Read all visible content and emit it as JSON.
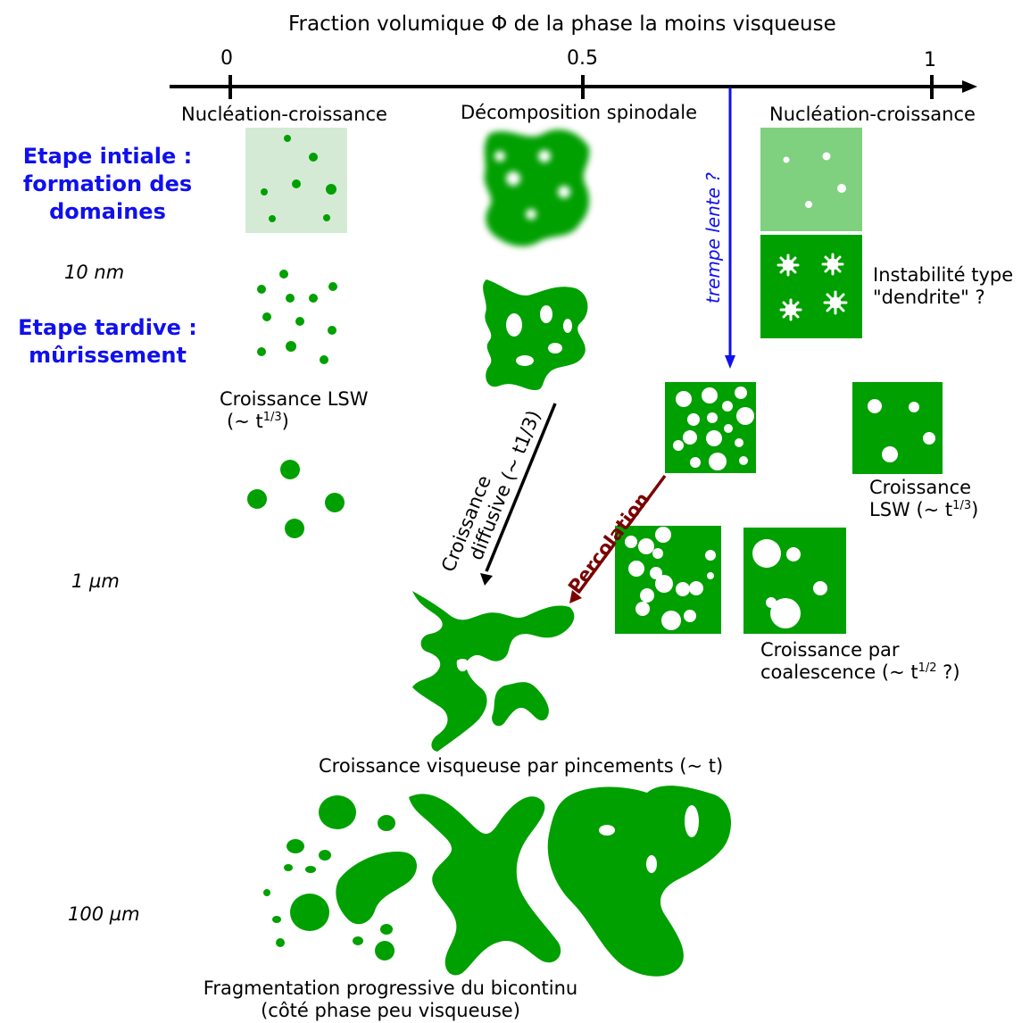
{
  "axis": {
    "title": "Fraction volumique Φ de la phase la moins visqueuse",
    "ticks": [
      "0",
      "0.5",
      "1"
    ]
  },
  "regimes": {
    "left": "Nucléation-croissance",
    "middle": "Décomposition spinodale",
    "right": "Nucléation-croissance"
  },
  "stages": {
    "initial": [
      "Etape intiale :",
      "formation des",
      "domaines"
    ],
    "late": [
      "Etape tardive :",
      "mûrissement"
    ]
  },
  "scales": {
    "s10nm": "10  nm",
    "s1um": "1  µm",
    "s100um": "100  µm"
  },
  "labels": {
    "lsw_left_line1": "Croissance LSW",
    "lsw_left_line2_pre": "(~ t",
    "lsw_left_sup": "1/3",
    "lsw_left_line2_post": ")",
    "trempe": "trempe lente ?",
    "instab_line1": "Instabilité type",
    "instab_line2": "\"dendrite\" ?",
    "diffusive_line1": "Croissance",
    "diffusive_line2": "diffusive (~ t1/3)",
    "percolation": "Percolation",
    "lsw_right_line1": "Croissance",
    "lsw_right_line2_pre": "LSW (~ t",
    "lsw_right_sup": "1/3",
    "lsw_right_line2_post": ")",
    "coal_line1": "Croissance par",
    "coal_line2_pre": "coalescence (~ t",
    "coal_sup": "1/2",
    "coal_line2_post": " ?)",
    "visq": "Croissance visqueuse par pincements (~ t)",
    "frag_line1": "Fragmentation progressive du bicontinu",
    "frag_line2": "(côté phase peu visqueuse)"
  },
  "colors": {
    "green": "#00a000",
    "light_green": "#d4ead4",
    "mid_green": "#7fd17f",
    "blue": "#1010ee",
    "dark_red": "#7a0000",
    "black": "#000000"
  }
}
